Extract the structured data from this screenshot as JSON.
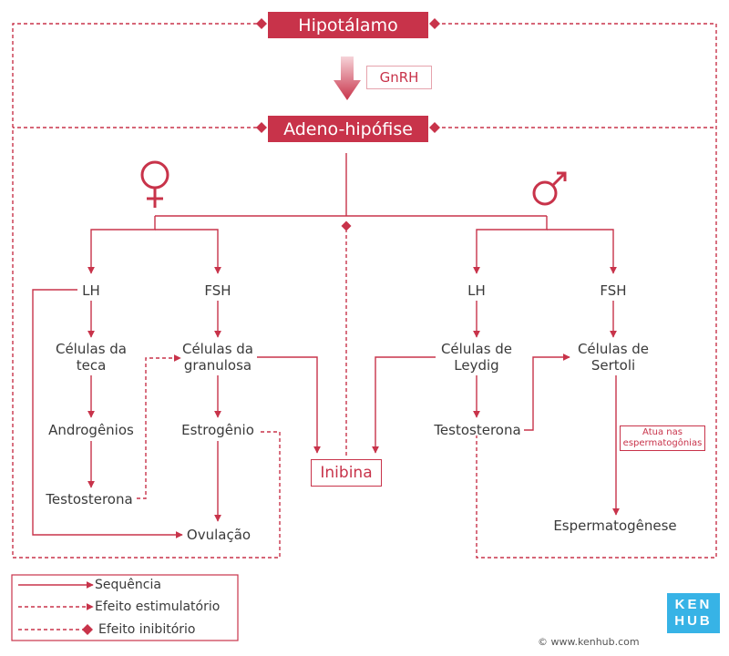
{
  "colors": {
    "accent": "#c8334a",
    "text": "#3a3a3a",
    "logo": "#37b3e6"
  },
  "nodes": {
    "hipotalamo": "Hipotálamo",
    "gnrh": "GnRH",
    "adeno": "Adeno-hipófise",
    "female_lh": "LH",
    "female_fsh": "FSH",
    "celulas_teca": [
      "Células da",
      "teca"
    ],
    "celulas_granulosa": [
      "Células da",
      "granulosa"
    ],
    "androgenios": "Androgênios",
    "estrogenio": "Estrogênio",
    "testosterona_f": "Testosterona",
    "ovulacao": "Ovulação",
    "inibina": "Inibina",
    "male_lh": "LH",
    "male_fsh": "FSH",
    "celulas_leydig": [
      "Células de",
      "Leydig"
    ],
    "celulas_sertoli": [
      "Células de",
      "Sertoli"
    ],
    "testosterona_m": "Testosterona",
    "atua_note": [
      "Atua nas",
      "espermatogônias"
    ],
    "espermatogenese": "Espermatogênese"
  },
  "symbols": {
    "female": "female-symbol-icon",
    "male": "male-symbol-icon"
  },
  "legend": [
    {
      "style": "solid-arrow",
      "label": "Sequência"
    },
    {
      "style": "dashed-arrow",
      "label": "Efeito estimulatório"
    },
    {
      "style": "dashed-diamond",
      "label": "Efeito inibitório"
    }
  ],
  "logo": {
    "line1": "KEN",
    "line2": "HUB"
  },
  "copyright": "© www.kenhub.com"
}
